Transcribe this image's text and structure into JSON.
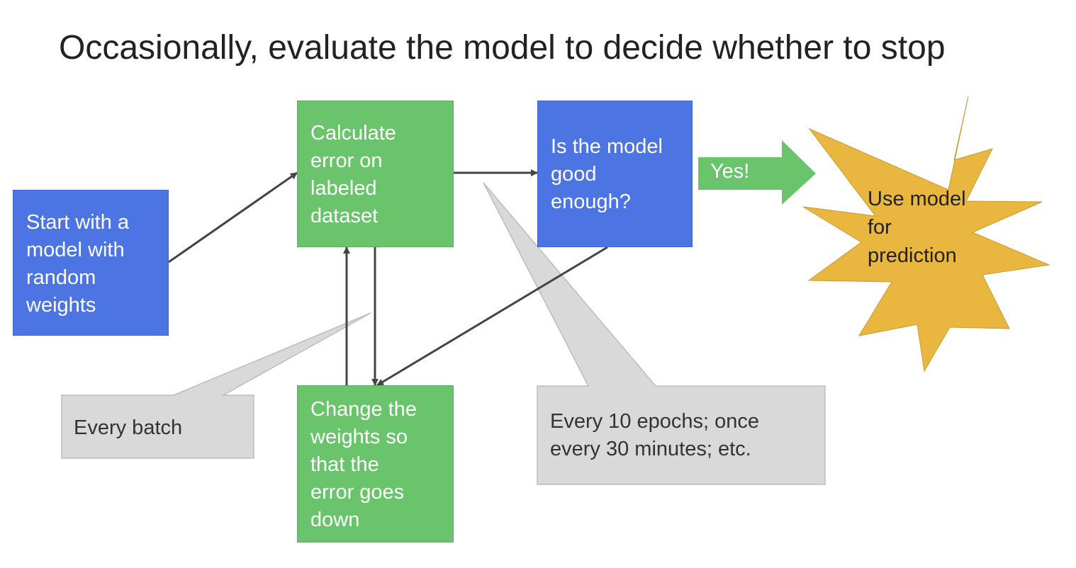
{
  "title": "Occasionally, evaluate the model to decide whether to stop",
  "boxes": {
    "start": {
      "lines": [
        "Start with a",
        "model with",
        "random",
        "weights"
      ],
      "color": "#4c74e2"
    },
    "calculate": {
      "lines": [
        "Calculate",
        "error on",
        "labeled",
        "dataset"
      ],
      "color": "#69c46b"
    },
    "good_enough": {
      "lines": [
        "Is the model",
        "good",
        "enough?"
      ],
      "color": "#4c74e2"
    },
    "change": {
      "lines": [
        "Change the",
        "weights so",
        "that the",
        "error goes",
        "down"
      ],
      "color": "#69c46b"
    }
  },
  "yes_arrow": {
    "label": "Yes!",
    "color": "#69c46b"
  },
  "starburst": {
    "lines": [
      "Use model",
      "for",
      "prediction"
    ],
    "color": "#e9b640"
  },
  "callouts": {
    "batch": {
      "text": "Every batch",
      "color": "#d9d9d9"
    },
    "epochs": {
      "lines": [
        "Every 10 epochs; once",
        "every 30 minutes; etc."
      ],
      "color": "#d9d9d9"
    }
  }
}
